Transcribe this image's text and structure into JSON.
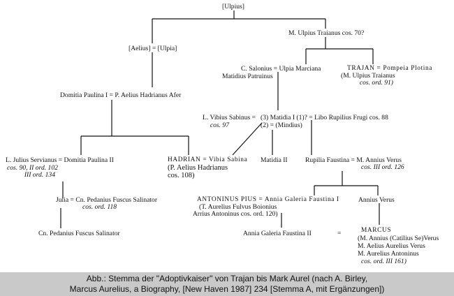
{
  "people": {
    "ulpius": "[Ulpius]",
    "aelius": "[Aelius] = [Ulpia]",
    "trajanus_pater": "M. Ulpius Traianus cos. 70?",
    "salonius_1": "C. Salonius = Ulpia Marciana",
    "salonius_2": "Matidius Patruinus",
    "trajan_1": "TRAJAN = Pompeia Plotina",
    "trajan_2": "(M. Ulpius Traianus",
    "trajan_3": "cos. ord. 91)",
    "domitia1": "Domitia Paulina I = P. Aelius Hadrianus Afer",
    "sabinus_1": "L. Vibius Sabinus =",
    "sabinus_2": "cos. 97",
    "matidia_1": "(3) Matidia I (1)? = Libo Rupilius Frugi cos. 88",
    "matidia_2": "(2) = (Mindius)",
    "servianus_1": "L. Julius Servianus = Domitia Paulina II",
    "servianus_2": "cos. 90, II ord. 102",
    "servianus_3": "III ord. 134",
    "hadrian_1": "HADRIAN = Vibia Sabina",
    "hadrian_2": "(P. Aelius Hadrianus",
    "hadrian_3": "cos. 108)",
    "matidia2": "Matidia II",
    "rupilia_1": "Rupilia Faustina = M. Annius Verus",
    "rupilia_2": "cos. III ord. 126",
    "julia_1": "Julia = Cn. Pedanius Fuscus Salinator",
    "julia_2": "cos. ord. 118",
    "antoninus_1": "ANTONINUS PIUS = Annia Galeria Faustina I",
    "antoninus_2": "(T. Aurelius Fulvus Boionius",
    "antoninus_3": "Arrius Antoninus cos. ord. 120)",
    "annius_verus": "Annius Verus",
    "pedanius": "Cn. Pedanius Fuscus Salinator",
    "faustina2": "Annia Galeria Faustina II",
    "eq_marcus": "=",
    "marcus_1": "MARCUS",
    "marcus_2": "(M. Annius (Catilius Se)Verus",
    "marcus_3": "M. Aelius Aurelius Verus",
    "marcus_4": "M. Aurelius Antoninus",
    "marcus_5": "cos. ord. III 161)"
  },
  "caption": {
    "line1": "Abb.: Stemma der \"Adoptivkaiser\" von Trajan bis Mark Aurel (nach A. Birley,",
    "line2": "Marcus Aurelius, a Biography, [New Haven 1987] 234 [Stemma A, mit Ergänzungen])"
  }
}
